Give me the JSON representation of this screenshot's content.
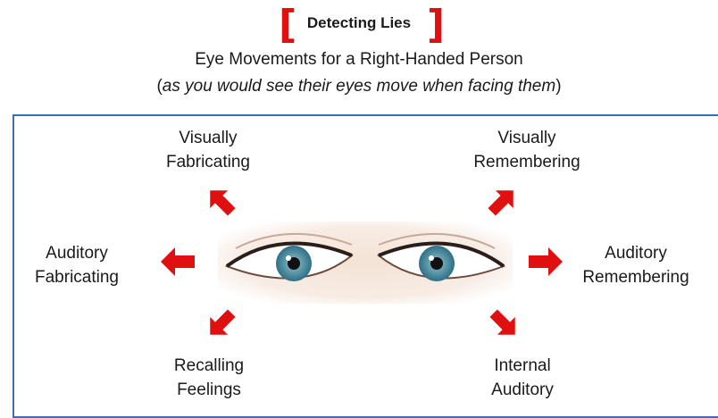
{
  "header": {
    "title": "Detecting Lies",
    "subtitle": "Eye Movements for a Right-Handed Person",
    "note_open": "(",
    "note_italic": "as you would see their eyes move when facing them",
    "note_close": ")"
  },
  "labels": {
    "visually_fabricating": [
      "Visually",
      "Fabricating"
    ],
    "visually_remembering": [
      "Visually",
      "Remembering"
    ],
    "auditory_fabricating": [
      "Auditory",
      "Fabricating"
    ],
    "auditory_remembering": [
      "Auditory",
      "Remembering"
    ],
    "recalling_feelings": [
      "Recalling",
      "Feelings"
    ],
    "internal_auditory": [
      "Internal",
      "Auditory"
    ]
  },
  "colors": {
    "accent": "#e01010",
    "frame": "#3d6fb5",
    "iris": "#4a8fa8"
  }
}
